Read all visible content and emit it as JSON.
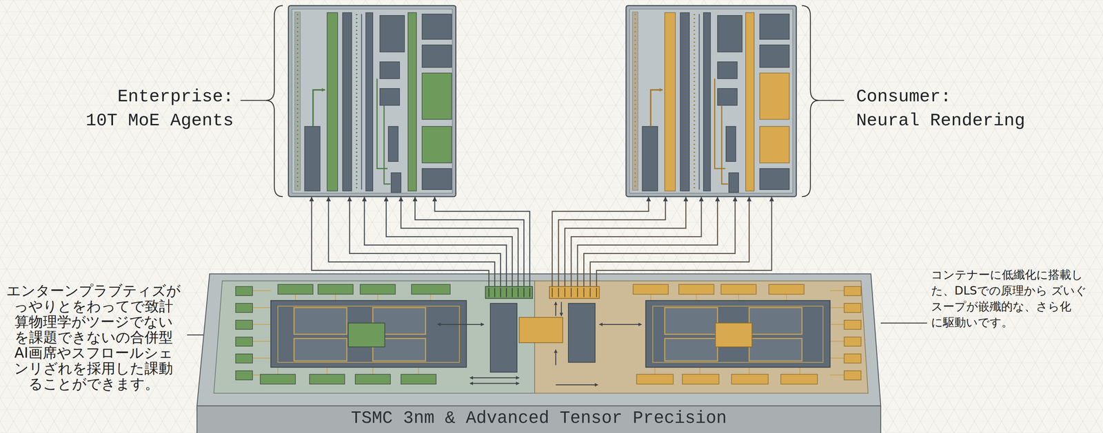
{
  "diagram": {
    "nodes": [
      {
        "text": [
          "Enterprise:",
          "10T MoE Agents"
        ]
      },
      {
        "text": [
          "Consumer:",
          "Neural Rendering"
        ]
      },
      {
        "text": [
          "TSMC 3nm & Advanced Tensor Precision"
        ]
      }
    ],
    "edges": [
      {
        "from": 2,
        "to": 0,
        "arrow": "to"
      },
      {
        "from": 2,
        "to": 0,
        "arrow": "to"
      },
      {
        "from": 2,
        "to": 0,
        "arrow": "to"
      },
      {
        "from": 2,
        "to": 0,
        "arrow": "to"
      },
      {
        "from": 2,
        "to": 0,
        "arrow": "to"
      },
      {
        "from": 2,
        "to": 0,
        "arrow": "to"
      },
      {
        "from": 2,
        "to": 0,
        "arrow": "to"
      },
      {
        "from": 2,
        "to": 0,
        "arrow": "to"
      },
      {
        "from": 2,
        "to": 1,
        "arrow": "to"
      },
      {
        "from": 2,
        "to": 1,
        "arrow": "to"
      },
      {
        "from": 2,
        "to": 1,
        "arrow": "to"
      },
      {
        "from": 2,
        "to": 1,
        "arrow": "to"
      },
      {
        "from": 2,
        "to": 1,
        "arrow": "to"
      },
      {
        "from": 2,
        "to": 1,
        "arrow": "to"
      },
      {
        "from": 2,
        "to": 1,
        "arrow": "to"
      },
      {
        "from": 2,
        "to": 1,
        "arrow": "to"
      }
    ],
    "labels": [
      "エンターンプラブティズが っやりとをわってで致計 算物理学がツージでない を課題できないの合併型 AI画席やスフロールシェ ンリざれを採用した課動 ることができます。",
      "コンテナーに低纖化に搭載し た、DLSでの原理から ズいぐ スープが嵌殲的な、さら化 に駆動いです。"
    ]
  }
}
